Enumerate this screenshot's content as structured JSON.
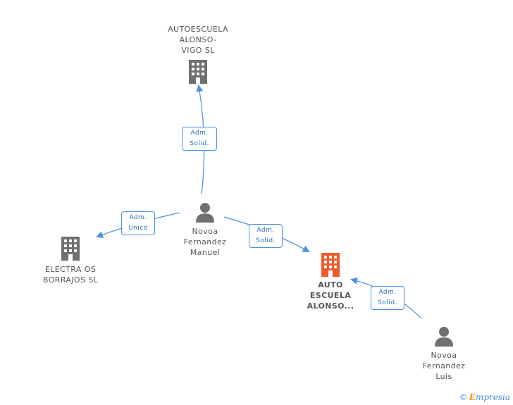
{
  "colors": {
    "edge": "#4a90e2",
    "node_gray": "#707070",
    "node_main": "#f05a28"
  },
  "nodes": {
    "autoescuela_vigo": {
      "label_lines": [
        "AUTOESCUELA",
        "ALONSO-",
        "VIGO SL"
      ],
      "icon": "building-icon"
    },
    "electra": {
      "label_lines": [
        "ELECTRA OS",
        "BORRAJOS SL"
      ],
      "icon": "building-icon"
    },
    "auto_escuela_main": {
      "label_lines": [
        "AUTO",
        "ESCUELA",
        "ALONSO..."
      ],
      "icon": "building-icon"
    },
    "novoa_manuel": {
      "label_lines": [
        "Novoa",
        "Fernandez",
        "Manuel"
      ],
      "icon": "person-icon"
    },
    "novoa_luis": {
      "label_lines": [
        "Novoa",
        "Fernandez",
        "Luis"
      ],
      "icon": "person-icon"
    }
  },
  "badges": {
    "manuel_to_vigo": [
      "Adm.",
      "Solid."
    ],
    "manuel_to_electra": [
      "Adm.",
      "Unico"
    ],
    "manuel_to_main": [
      "Adm.",
      "Solid."
    ],
    "luis_to_main": [
      "Adm.",
      "Solid."
    ]
  },
  "footer": {
    "copyright": "©",
    "brand_initial": "E",
    "brand_rest": "mpresia"
  }
}
